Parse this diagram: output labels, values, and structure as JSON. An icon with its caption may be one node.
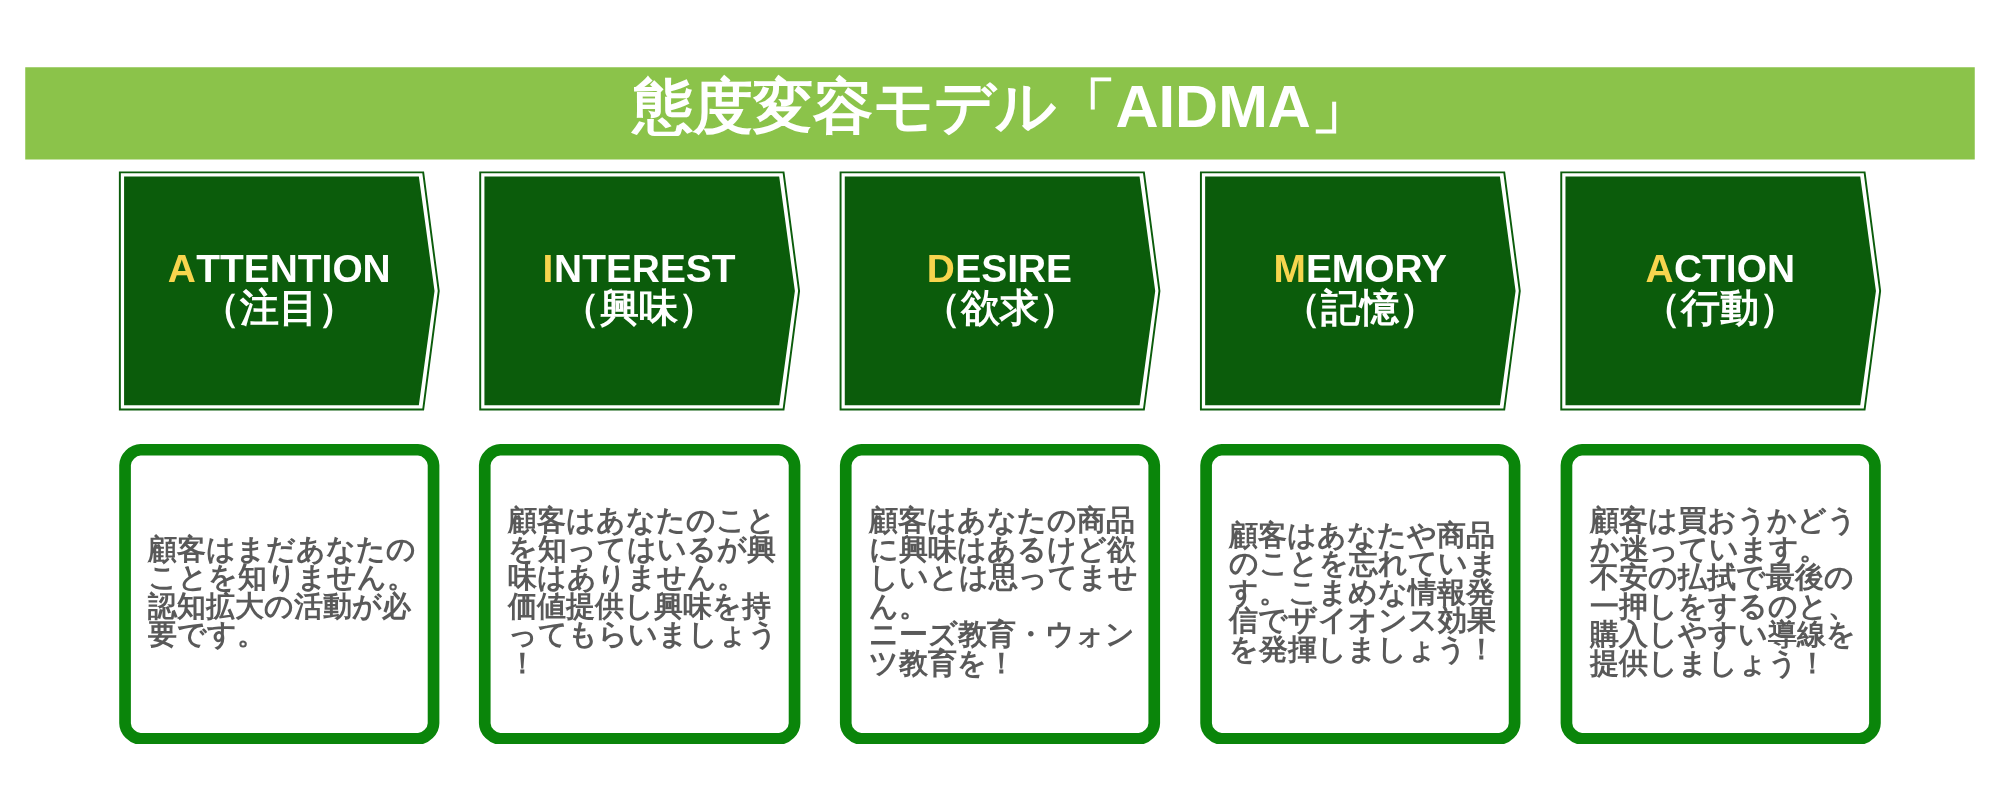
{
  "diagram": {
    "title": "態度変容モデル「AIDMA」",
    "nodes": [
      {
        "text": [
          "ATTENTION",
          "（注目）"
        ]
      },
      {
        "text": [
          "INTEREST",
          "（興味）"
        ]
      },
      {
        "text": [
          "DESIRE",
          "（欲求）"
        ]
      },
      {
        "text": [
          "MEMORY",
          "（記憶）"
        ]
      },
      {
        "text": [
          "ACTION",
          "（行動）"
        ]
      },
      {
        "text": [
          "顧客はまだあなたのことを知りません。",
          "認知拡大の活動が必要です。"
        ]
      },
      {
        "text": [
          "顧客はあなたのことを知ってはいるが興味はありません。",
          "価値提供し興味を持ってもらいましょう！"
        ]
      },
      {
        "text": [
          "顧客はあなたの商品に興味はあるけど欲しいとは思ってません。",
          "ニーズ教育・ウォンツ教育を！"
        ]
      },
      {
        "text": [
          "顧客はあなたや商品のことを忘れています。こまめな情報発信でザイオンス効果を発揮しましょう！"
        ]
      },
      {
        "text": [
          "顧客は買おうかどうか迷っています。",
          "不安の払拭で最後の一押しをするのと、購入しやすい導線を提供しましょう！"
        ]
      }
    ]
  }
}
